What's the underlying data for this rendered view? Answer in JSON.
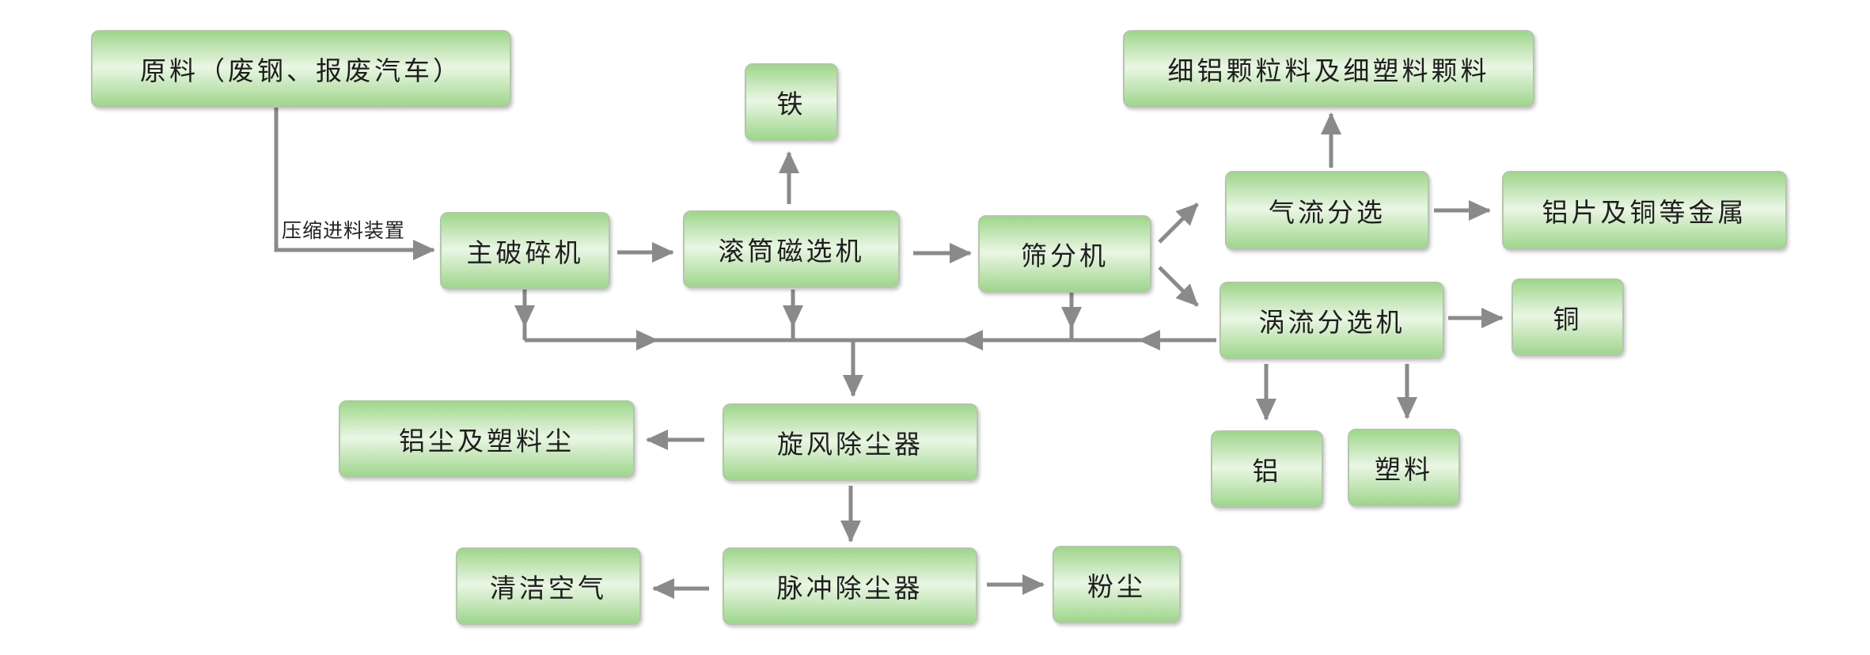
{
  "nodes": {
    "raw_material": "原料（废钢、报废汽车）",
    "iron": "铁",
    "fine_granules": "细铝颗粒料及细塑料颗料",
    "air_separation": "气流分选",
    "aluminum_copper_flakes": "铝片及铜等金属",
    "main_crusher": "主破碎机",
    "drum_magnetic_separator": "滚筒磁选机",
    "screening_machine": "筛分机",
    "eddy_current_separator": "涡流分选机",
    "copper": "铜",
    "aluminum": "铝",
    "plastic": "塑料",
    "aluminum_plastic_dust": "铝尘及塑料尘",
    "cyclone_dust_collector": "旋风除尘器",
    "clean_air": "清洁空气",
    "pulse_dust_collector": "脉冲除尘器",
    "dust": "粉尘"
  },
  "labels": {
    "compression_feeder": "压缩进料装置"
  },
  "colors": {
    "arrow": "#8a8a8a",
    "box_edge": "#9fd68c",
    "box_center": "#eaf6e4"
  }
}
